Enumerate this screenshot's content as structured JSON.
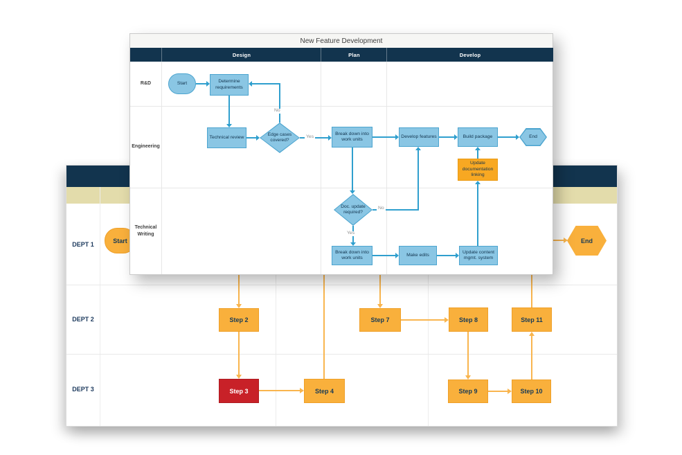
{
  "front_diagram": {
    "title": "New Feature Development",
    "columns": {
      "design": "Design",
      "plan": "Plan",
      "develop": "Develop"
    },
    "lanes": {
      "rnd": "R&D",
      "engineering": "Engineering",
      "technical_writing": "Technical Writing"
    },
    "nodes": {
      "start": "Start",
      "determine_requirements": "Determine requirements",
      "technical_review": "Technical review",
      "edge_cases_covered": "Edge cases covered?",
      "breakdown_engineering": "Break down into work units",
      "develop_features": "Develop features",
      "build_package": "Build package",
      "end": "End",
      "update_documentation_linking": "Update documentation linking",
      "doc_update_required": "Doc. update required?",
      "breakdown_technical_writing": "Break down into work units",
      "make_edits": "Make edits",
      "update_content_mgmt": "Update content mgmt. system"
    },
    "edge_labels": {
      "no_edge_cases": "No",
      "yes_edge_cases": "Yes",
      "no_doc_update": "No",
      "yes_doc_update": "Yes"
    },
    "colors": {
      "header": "#12344e",
      "shape_fill": "#8ac6e4",
      "shape_border": "#4ba4cf",
      "connector": "#2f9fce",
      "highlight_fill": "#f8a822"
    }
  },
  "back_diagram": {
    "lanes": {
      "dept1": "DEPT 1",
      "dept2": "DEPT 2",
      "dept3": "DEPT 3"
    },
    "nodes": {
      "start": "Start",
      "end": "End",
      "step2": "Step 2",
      "step3": "Step 3",
      "step4": "Step 4",
      "step7": "Step 7",
      "step8": "Step 8",
      "step9": "Step 9",
      "step10": "Step 10",
      "step11": "Step 11"
    },
    "colors": {
      "header": "#12344e",
      "subheader": "#e3dcab",
      "step_fill": "#f9b03c",
      "step_alert_fill": "#c82128",
      "connector": "#f9b54e"
    }
  }
}
